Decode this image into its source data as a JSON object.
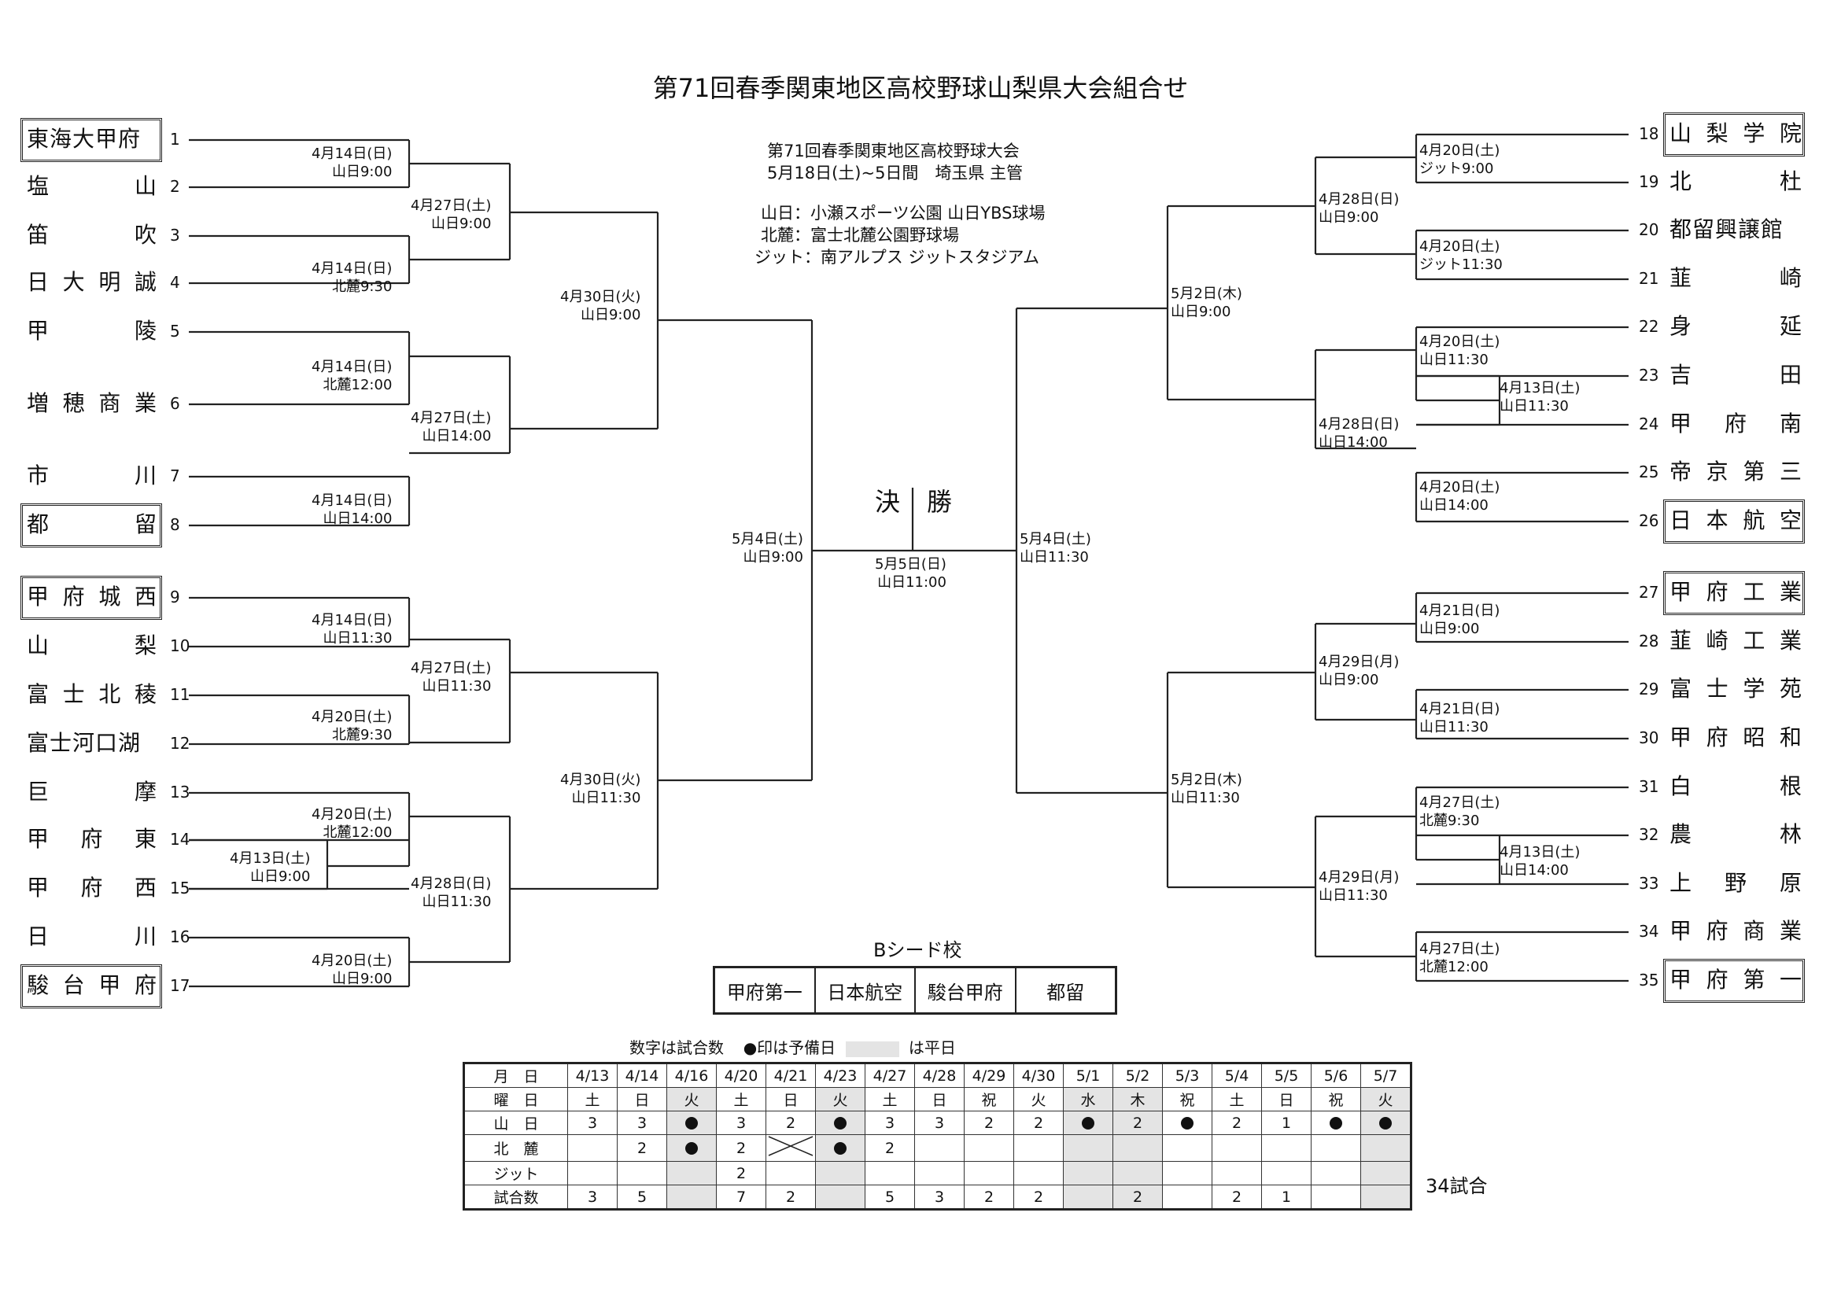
{
  "title": "第71回春季関東地区高校野球山梨県大会組合せ",
  "kanto_info": {
    "line1": "第71回春季関東地区高校野球大会",
    "line2": "5月18日(土)~5日間　埼玉県 主管",
    "venue1": "山日：小瀬スポーツ公園 山日YBS球場",
    "venue2": "北麓：富士北麓公園野球場",
    "venue3": "ジット：南アルプス ジットスタジアム"
  },
  "final_label": [
    "決",
    "勝"
  ],
  "teams_left": [
    {
      "no": "1",
      "name": "東海大甲府",
      "seed": true
    },
    {
      "no": "2",
      "name": "塩山",
      "seed": false
    },
    {
      "no": "3",
      "name": "笛吹",
      "seed": false
    },
    {
      "no": "4",
      "name": "日大明誠",
      "seed": false
    },
    {
      "no": "5",
      "name": "甲陵",
      "seed": false
    },
    {
      "no": "6",
      "name": "増穂商業",
      "seed": false
    },
    {
      "no": "7",
      "name": "市川",
      "seed": false
    },
    {
      "no": "8",
      "name": "都留",
      "seed": true
    },
    {
      "no": "9",
      "name": "甲府城西",
      "seed": true
    },
    {
      "no": "10",
      "name": "山梨",
      "seed": false
    },
    {
      "no": "11",
      "name": "富士北稜",
      "seed": false
    },
    {
      "no": "12",
      "name": "富士河口湖",
      "seed": false
    },
    {
      "no": "13",
      "name": "巨摩",
      "seed": false
    },
    {
      "no": "14",
      "name": "甲府東",
      "seed": false
    },
    {
      "no": "15",
      "name": "甲府西",
      "seed": false
    },
    {
      "no": "16",
      "name": "日川",
      "seed": false
    },
    {
      "no": "17",
      "name": "駿台甲府",
      "seed": true
    }
  ],
  "teams_right": [
    {
      "no": "18",
      "name": "山梨学院",
      "seed": true
    },
    {
      "no": "19",
      "name": "北杜",
      "seed": false
    },
    {
      "no": "20",
      "name": "都留興譲館",
      "seed": false
    },
    {
      "no": "21",
      "name": "韮崎",
      "seed": false
    },
    {
      "no": "22",
      "name": "身延",
      "seed": false
    },
    {
      "no": "23",
      "name": "吉田",
      "seed": false
    },
    {
      "no": "24",
      "name": "甲府南",
      "seed": false
    },
    {
      "no": "25",
      "name": "帝京第三",
      "seed": false
    },
    {
      "no": "26",
      "name": "日本航空",
      "seed": true
    },
    {
      "no": "27",
      "name": "甲府工業",
      "seed": true
    },
    {
      "no": "28",
      "name": "韮崎工業",
      "seed": false
    },
    {
      "no": "29",
      "name": "富士学苑",
      "seed": false
    },
    {
      "no": "30",
      "name": "甲府昭和",
      "seed": false
    },
    {
      "no": "31",
      "name": "白根",
      "seed": false
    },
    {
      "no": "32",
      "name": "農林",
      "seed": false
    },
    {
      "no": "33",
      "name": "上野原",
      "seed": false
    },
    {
      "no": "34",
      "name": "甲府商業",
      "seed": false
    },
    {
      "no": "35",
      "name": "甲府第一",
      "seed": true
    }
  ],
  "games": [
    {
      "d": "4月14日(日)",
      "t": "山日9:00"
    },
    {
      "d": "4月14日(日)",
      "t": "北麓9:30"
    },
    {
      "d": "4月14日(日)",
      "t": "北麓12:00"
    },
    {
      "d": "4月14日(日)",
      "t": "山日14:00"
    },
    {
      "d": "4月14日(日)",
      "t": "山日11:30"
    },
    {
      "d": "4月20日(土)",
      "t": "北麓9:30"
    },
    {
      "d": "4月13日(土)",
      "t": "山日9:00"
    },
    {
      "d": "4月20日(土)",
      "t": "北麓12:00"
    },
    {
      "d": "4月20日(土)",
      "t": "山日9:00"
    },
    {
      "d": "4月27日(土)",
      "t": "山日9:00"
    },
    {
      "d": "4月27日(土)",
      "t": "山日14:00"
    },
    {
      "d": "4月27日(土)",
      "t": "山日11:30"
    },
    {
      "d": "4月28日(日)",
      "t": "山日11:30"
    },
    {
      "d": "4月30日(火)",
      "t": "山日9:00"
    },
    {
      "d": "4月30日(火)",
      "t": "山日11:30"
    },
    {
      "d": "5月4日(土)",
      "t": "山日9:00"
    },
    {
      "d": "4月20日(土)",
      "t": "ジット9:00"
    },
    {
      "d": "4月20日(土)",
      "t": "ジット11:30"
    },
    {
      "d": "4月13日(土)",
      "t": "山日11:30"
    },
    {
      "d": "4月20日(土)",
      "t": "山日11:30"
    },
    {
      "d": "4月20日(土)",
      "t": "山日14:00"
    },
    {
      "d": "4月21日(日)",
      "t": "山日9:00"
    },
    {
      "d": "4月21日(日)",
      "t": "山日11:30"
    },
    {
      "d": "4月13日(土)",
      "t": "山日14:00"
    },
    {
      "d": "4月27日(土)",
      "t": "北麓9:30"
    },
    {
      "d": "4月27日(土)",
      "t": "北麓12:00"
    },
    {
      "d": "4月28日(日)",
      "t": "山日9:00"
    },
    {
      "d": "4月28日(日)",
      "t": "山日14:00"
    },
    {
      "d": "4月29日(月)",
      "t": "山日9:00"
    },
    {
      "d": "4月29日(月)",
      "t": "山日11:30"
    },
    {
      "d": "5月2日(木)",
      "t": "山日9:00"
    },
    {
      "d": "5月2日(木)",
      "t": "山日11:30"
    },
    {
      "d": "5月4日(土)",
      "t": "山日11:30"
    },
    {
      "d": "5月5日(日)",
      "t": "山日11:00"
    }
  ],
  "b_seed": {
    "title": "Bシード校",
    "schools": [
      "甲府第一",
      "日本航空",
      "駿台甲府",
      "都留"
    ]
  },
  "schedule": {
    "legend_a": "数字は試合数",
    "legend_b": "●印は予備日",
    "legend_c": "は平日",
    "row_labels": [
      "月　日",
      "曜　日",
      "山　日",
      "北　麓",
      "ジット",
      "試合数"
    ],
    "dates": [
      "4/13",
      "4/14",
      "4/16",
      "4/20",
      "4/21",
      "4/23",
      "4/27",
      "4/28",
      "4/29",
      "4/30",
      "5/1",
      "5/2",
      "5/3",
      "5/4",
      "5/5",
      "5/6",
      "5/7"
    ],
    "weekdays": [
      "土",
      "日",
      "火",
      "土",
      "日",
      "火",
      "土",
      "日",
      "祝",
      "火",
      "水",
      "木",
      "祝",
      "土",
      "日",
      "祝",
      "火"
    ],
    "weekday_shaded": [
      false,
      false,
      true,
      false,
      false,
      true,
      false,
      false,
      false,
      false,
      true,
      true,
      false,
      false,
      false,
      false,
      true
    ],
    "yamanichi": [
      "3",
      "3",
      "●",
      "3",
      "2",
      "●",
      "3",
      "3",
      "2",
      "2",
      "●",
      "2",
      "●",
      "2",
      "1",
      "●",
      "●"
    ],
    "hokuroku": [
      "",
      "2",
      "●",
      "2",
      "×",
      "●",
      "2",
      "",
      "",
      "",
      "",
      "",
      "",
      "",
      "",
      "",
      ""
    ],
    "jit": [
      "",
      "",
      "",
      "2",
      "",
      "",
      "",
      "",
      "",
      "",
      "",
      "",
      "",
      "",
      "",
      "",
      ""
    ],
    "total": [
      "3",
      "5",
      "",
      "7",
      "2",
      "",
      "5",
      "3",
      "2",
      "2",
      "",
      "2",
      "",
      "2",
      "1",
      "",
      ""
    ],
    "grand_total": "34試合"
  }
}
